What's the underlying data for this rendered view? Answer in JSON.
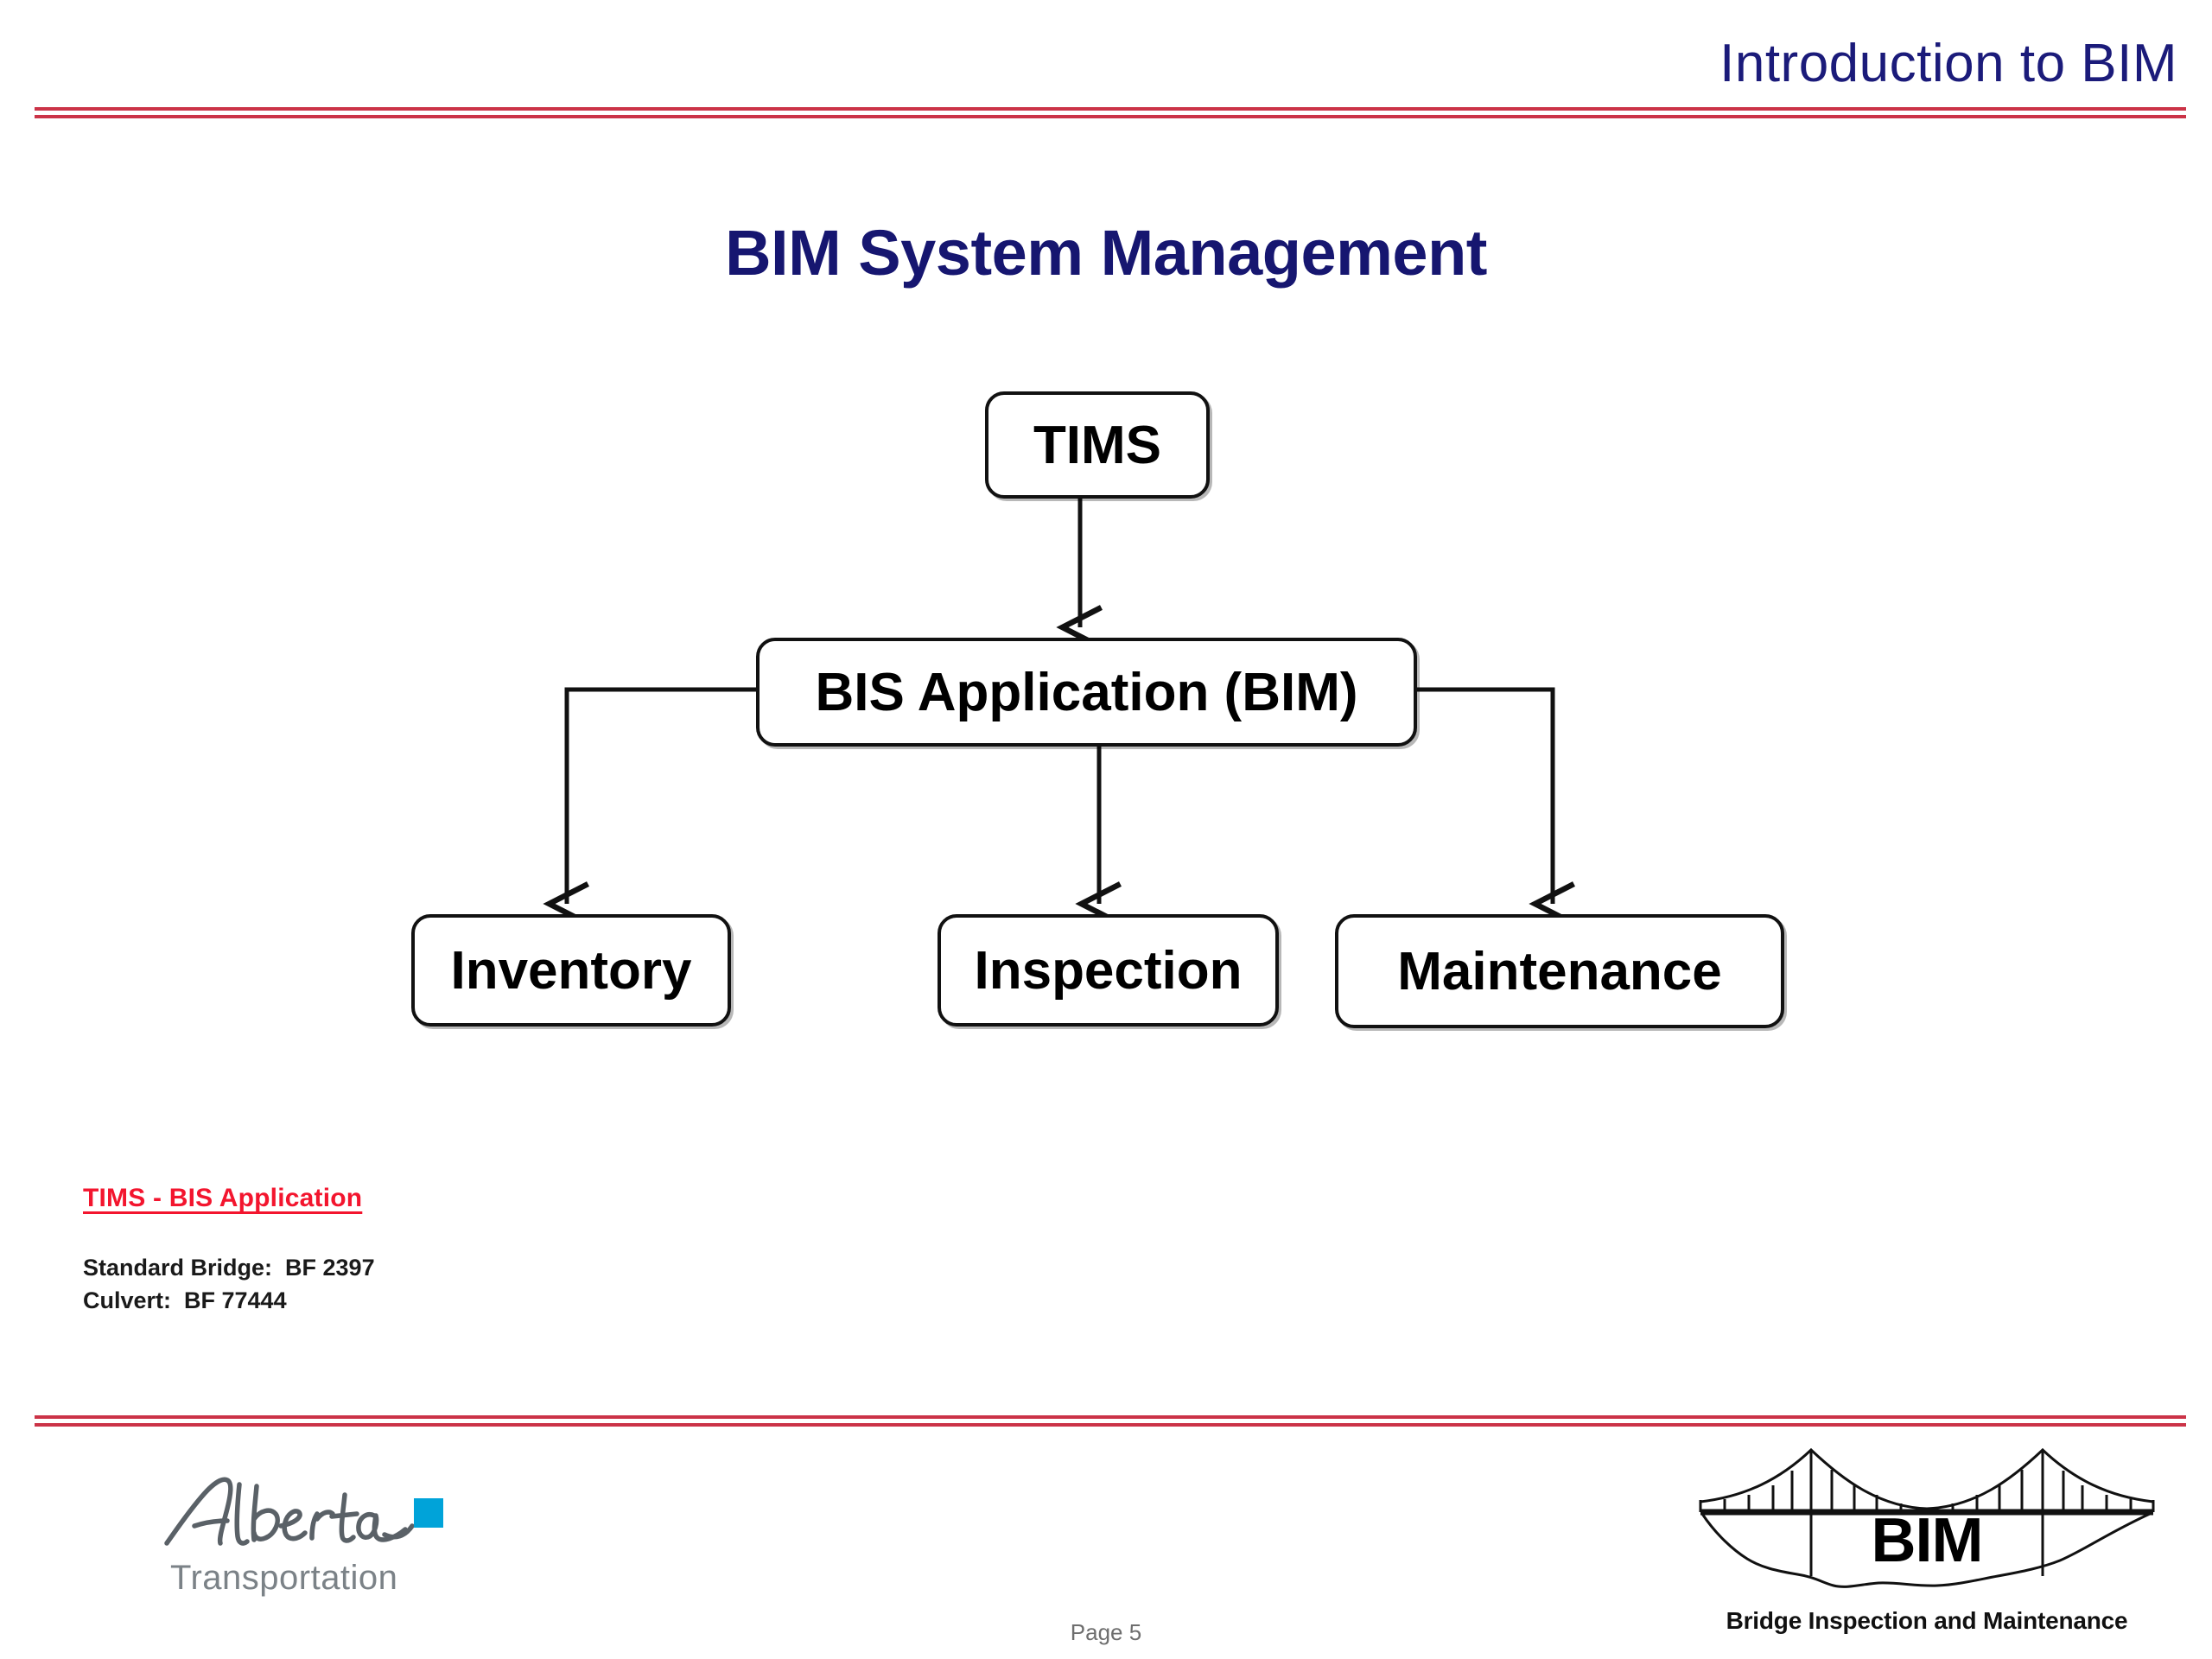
{
  "header": {
    "title": "Introduction to BIM",
    "rule_color": "#CB3347"
  },
  "slide": {
    "title": "BIM System Management",
    "title_color": "#161670"
  },
  "diagram": {
    "type": "flowchart",
    "nodes": [
      {
        "id": "tims",
        "label": "TIMS"
      },
      {
        "id": "bis",
        "label": "BIS Application (BIM)"
      },
      {
        "id": "inventory",
        "label": "Inventory"
      },
      {
        "id": "inspection",
        "label": "Inspection"
      },
      {
        "id": "maintenance",
        "label": "Maintenance"
      }
    ],
    "edges": [
      {
        "from": "tims",
        "to": "bis",
        "style": "straight-down-arrow"
      },
      {
        "from": "bis",
        "to": "inventory",
        "style": "elbow-left-down-arrow"
      },
      {
        "from": "bis",
        "to": "inspection",
        "style": "straight-down-arrow"
      },
      {
        "from": "bis",
        "to": "maintenance",
        "style": "elbow-right-down-arrow"
      }
    ]
  },
  "notes": {
    "heading": "TIMS - BIS Application",
    "heading_color": "#F3152E",
    "lines": [
      "Standard Bridge:  BF 2397",
      "Culvert:  BF 77444"
    ]
  },
  "footer": {
    "alberta_logo": {
      "wordmark": "Alberta",
      "subtitle": "Transportation",
      "accent_color": "#00A3D9"
    },
    "bim_logo": {
      "mark": "BIM",
      "caption": "Bridge Inspection and Maintenance"
    },
    "page_number": "Page 5"
  }
}
